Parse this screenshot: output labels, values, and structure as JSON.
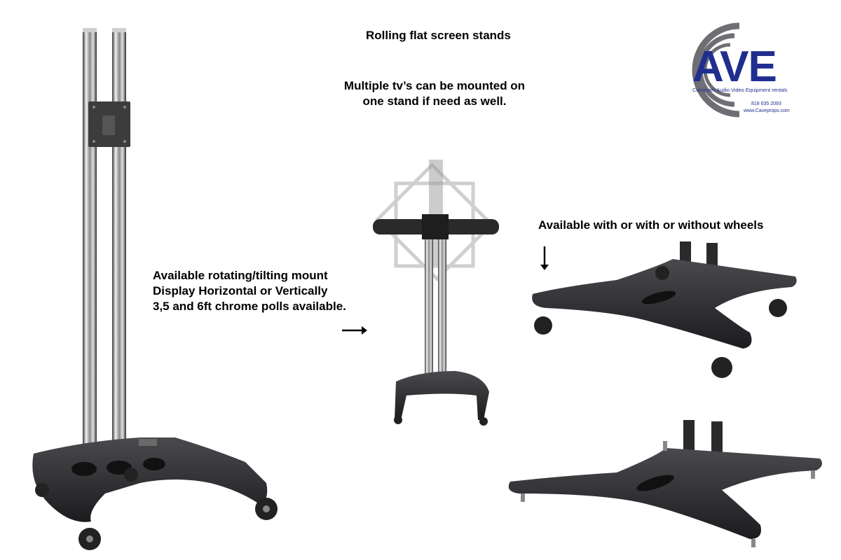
{
  "heading": "Rolling flat screen stands",
  "multiple_note": {
    "line1": "Multiple tv’s can be mounted on",
    "line2": "one stand if need as well."
  },
  "mount_note": {
    "line1": "Available rotating/tilting mount",
    "line2": "Display Horizontal or Vertically",
    "line3": "3,5 and 6ft chrome polls available."
  },
  "wheels_note": "Available with or with or without wheels",
  "logo": {
    "word": "AVE",
    "tagline": "Computer Audio Video Equipment rentals",
    "phone": "818 635 2093",
    "website": "www.Caveprops.com",
    "brand_color": "#1f2e8f",
    "ring_color": "#6e6e74"
  },
  "icons": {
    "right_arrow": "right-arrow-icon",
    "down_arrow": "down-arrow-icon"
  }
}
